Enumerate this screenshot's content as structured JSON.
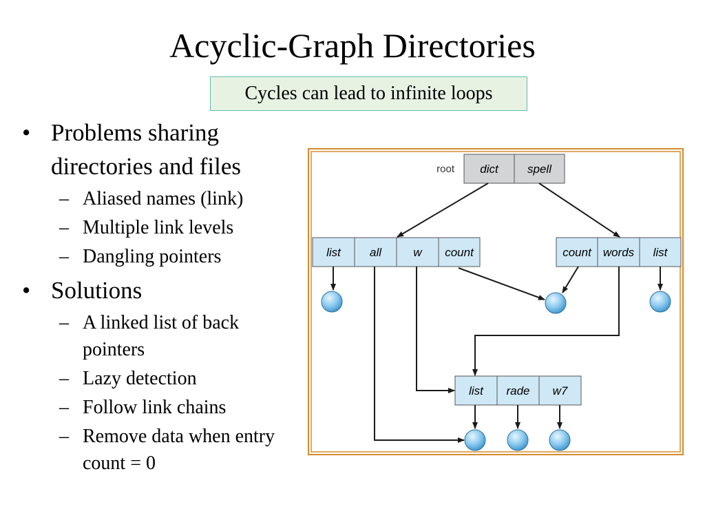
{
  "slide": {
    "title": "Acyclic-Graph Directories",
    "callout": "Cycles can lead to infinite loops"
  },
  "bullets": [
    {
      "text": "Problems sharing directories and files",
      "sub": [
        "Aliased names (link)",
        "Multiple link levels",
        "Dangling pointers"
      ]
    },
    {
      "text": "Solutions",
      "sub": [
        "A linked list of back pointers",
        "Lazy detection",
        "Follow link chains",
        "Remove data when entry count = 0"
      ]
    }
  ],
  "diagram": {
    "root_label": "root",
    "root_entries": [
      "dict",
      "spell"
    ],
    "dict_entries": [
      "list",
      "all",
      "w",
      "count"
    ],
    "spell_entries": [
      "count",
      "words",
      "list"
    ],
    "shared_entries": [
      "list",
      "rade",
      "w7"
    ],
    "colors": {
      "root_fill": "#d3d4d6",
      "dir_fill": "#cfe8f6",
      "file_fill": "#86c6ec",
      "frame": "#d88a2a"
    }
  }
}
